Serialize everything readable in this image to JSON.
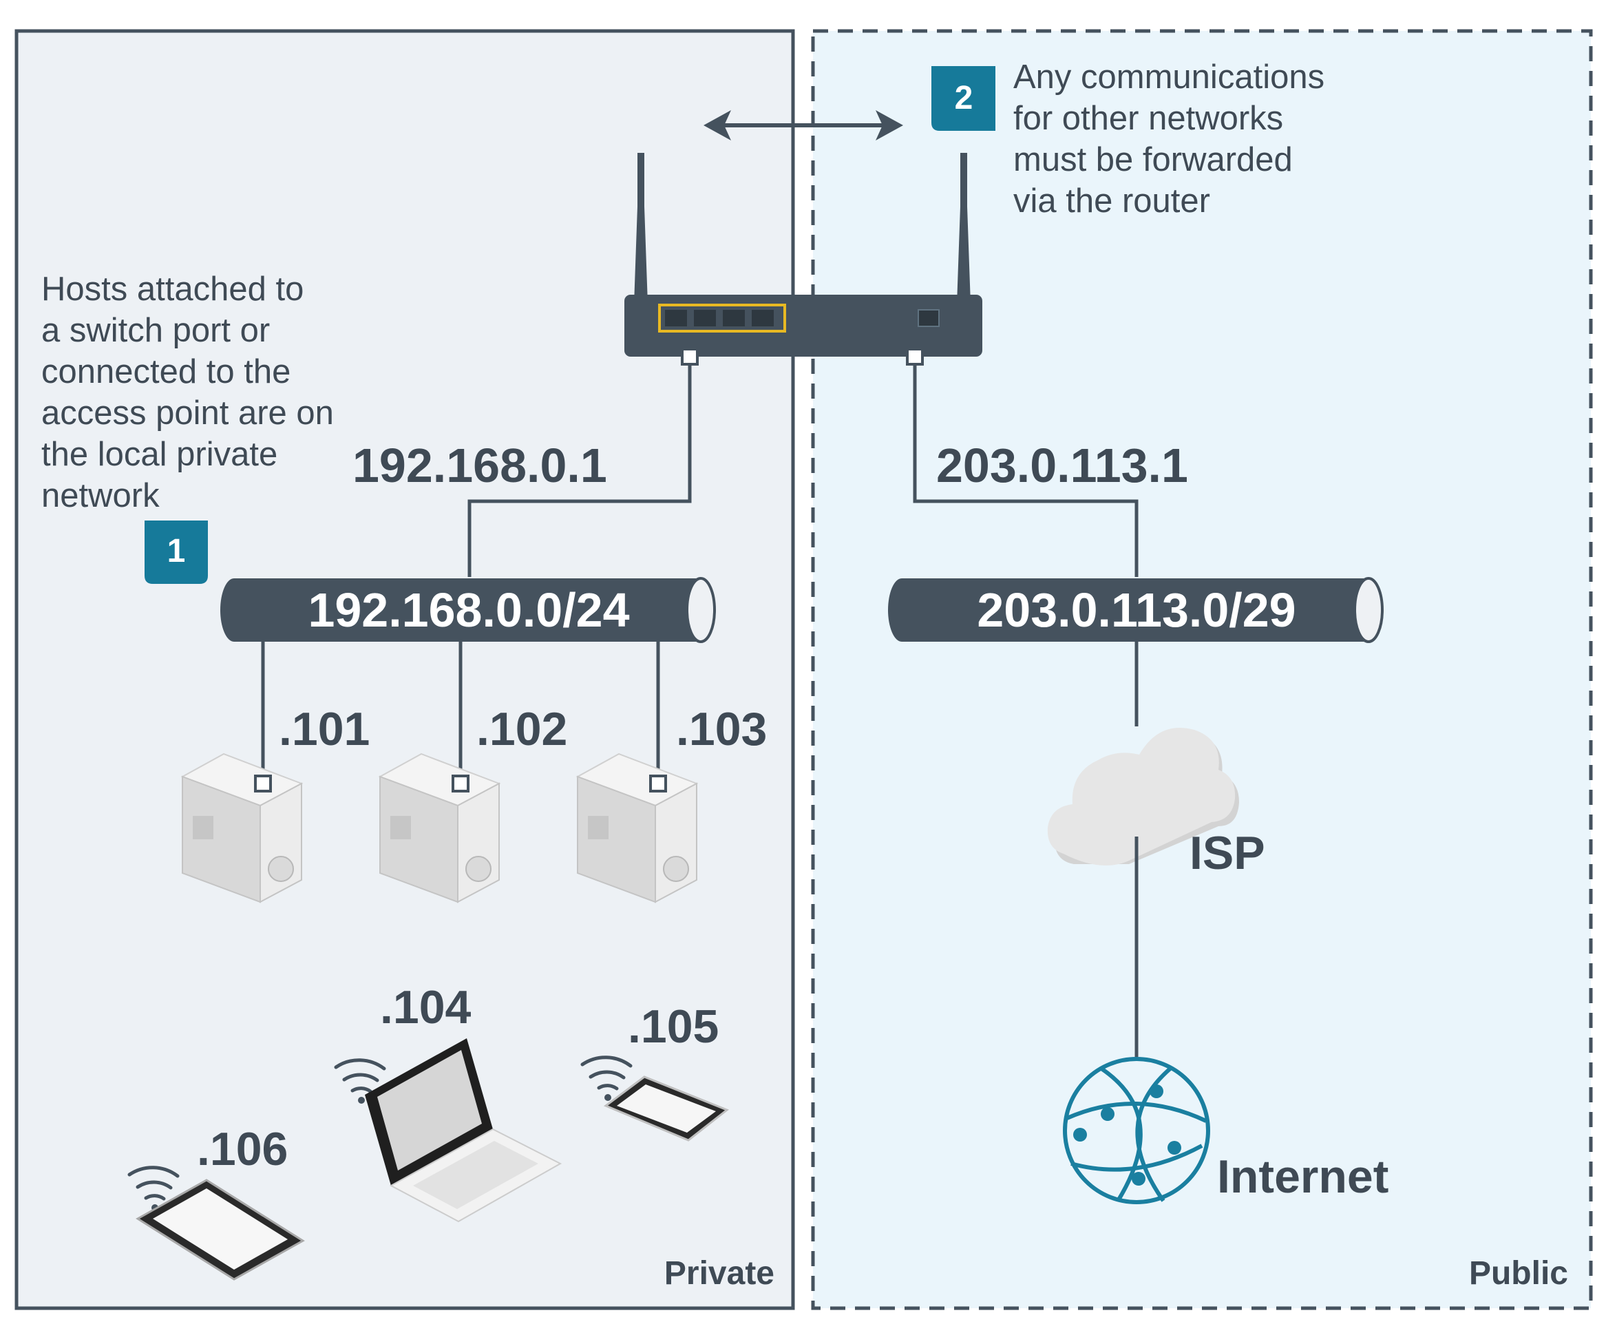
{
  "zones": {
    "private_label": "Private",
    "public_label": "Public"
  },
  "router": {
    "lan_ip": "192.168.0.1",
    "wan_ip": "203.0.113.1"
  },
  "networks": {
    "private_cidr": "192.168.0.0/24",
    "public_cidr": "203.0.113.0/29"
  },
  "callouts": [
    {
      "badge": "1",
      "lines": [
        "Hosts attached to",
        "a switch port or",
        "connected to the",
        "access point are on",
        "the local private",
        "network"
      ]
    },
    {
      "badge": "2",
      "lines": [
        "Any communications",
        "for other networks",
        "must be forwarded",
        "via the router"
      ]
    }
  ],
  "hosts": {
    "wired": [
      ".101",
      ".102",
      ".103"
    ],
    "laptop": ".104",
    "phone": ".105",
    "tablet": ".106"
  },
  "cloud_label": "ISP",
  "internet_label": "Internet",
  "colors": {
    "dark": "#45525e",
    "badge": "#167a9a",
    "private_bg": "#edf1f5",
    "public_bg": "#eaf5fb",
    "globe": "#1a7fa0",
    "port_highlight": "#e8b923"
  }
}
